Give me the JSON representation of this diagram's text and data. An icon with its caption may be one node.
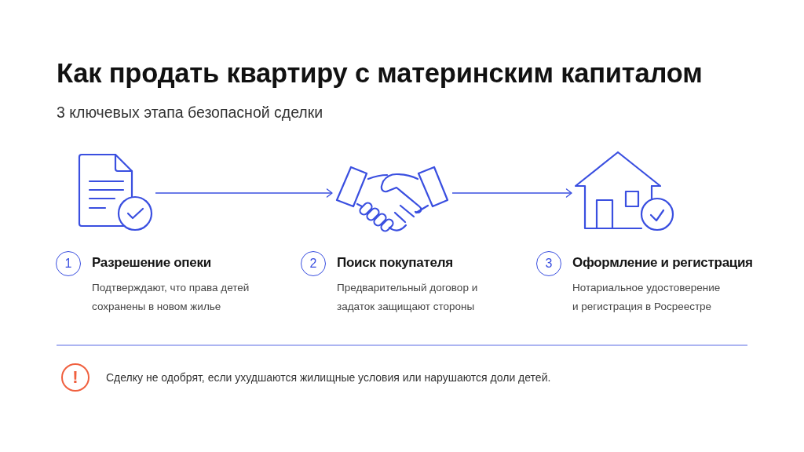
{
  "diagram": {
    "title": "Как продать квартиру с материнским капиталом",
    "nodes": [
      {
        "text": [],
        "shape": "picture"
      },
      {
        "text": [],
        "shape": "picture"
      },
      {
        "text": [],
        "shape": "picture"
      },
      {
        "text": [
          "1"
        ],
        "beside": [
          "Разрешение опеки",
          "Подтверждают, что права детей сохранены в новом жилье"
        ]
      },
      {
        "text": [
          "2"
        ],
        "beside": [
          "Поиск покупателя",
          "Предварительный договор и задаток защищают стороны"
        ]
      },
      {
        "text": [
          "3"
        ],
        "beside": [
          "Оформление и регистрация",
          "Нотариальное удостоверение и регистрация в Росреестре"
        ]
      },
      {
        "text": [
          "!"
        ],
        "beside": [
          "Сделку не одобрят, если ухудшаются жилищные условия или нарушаются доли детей."
        ]
      }
    ],
    "edges": [
      {
        "from": 0,
        "to": 1,
        "arrow": "to"
      },
      {
        "from": 1,
        "to": 2,
        "arrow": "to"
      }
    ],
    "labels": [
      "3 ключевых этапа безопасной сделки"
    ]
  }
}
